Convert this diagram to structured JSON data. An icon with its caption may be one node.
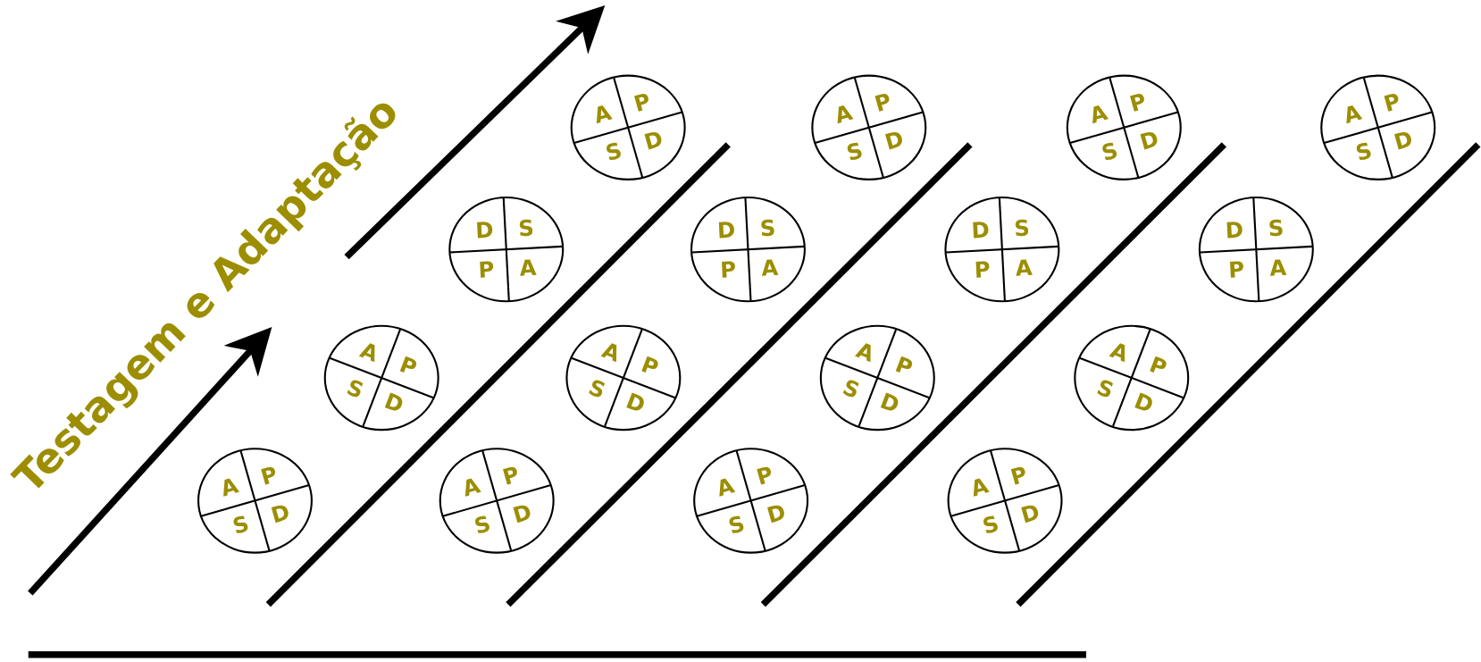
{
  "diagram": {
    "nodes": [
      {
        "text": [
          "A",
          "P",
          "S",
          "D"
        ]
      },
      {
        "text": [
          "A",
          "P",
          "S",
          "D"
        ]
      },
      {
        "text": [
          "A",
          "P",
          "S",
          "D"
        ]
      },
      {
        "text": [
          "A",
          "P",
          "S",
          "D"
        ]
      },
      {
        "text": [
          "D",
          "S",
          "P",
          "A"
        ]
      },
      {
        "text": [
          "D",
          "S",
          "P",
          "A"
        ]
      },
      {
        "text": [
          "D",
          "S",
          "P",
          "A"
        ]
      },
      {
        "text": [
          "D",
          "S",
          "P",
          "A"
        ]
      },
      {
        "text": [
          "A",
          "P",
          "S",
          "D"
        ]
      },
      {
        "text": [
          "A",
          "P",
          "S",
          "D"
        ]
      },
      {
        "text": [
          "A",
          "P",
          "S",
          "D"
        ]
      },
      {
        "text": [
          "A",
          "P",
          "S",
          "D"
        ]
      },
      {
        "text": [
          "A",
          "P",
          "S",
          "D"
        ]
      },
      {
        "text": [
          "A",
          "P",
          "S",
          "D"
        ]
      },
      {
        "text": [
          "A",
          "P",
          "S",
          "D"
        ]
      },
      {
        "text": [
          "A",
          "P",
          "S",
          "D"
        ]
      }
    ],
    "labels": [
      "Testagem e Adaptação"
    ]
  }
}
